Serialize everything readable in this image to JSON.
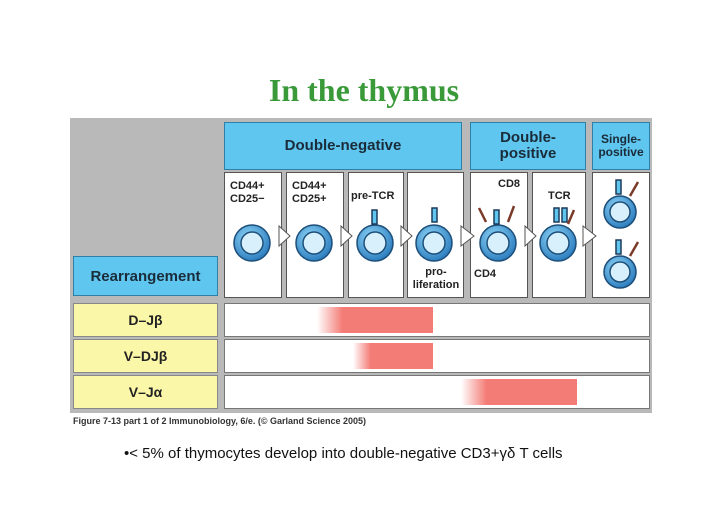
{
  "title": "In the thymus",
  "headers": {
    "double_negative": "Double-negative",
    "double_positive": "Double-\npositive",
    "single_positive": "Single-\npositive"
  },
  "stages": {
    "s1": "CD44+\nCD25−",
    "s2": "CD44+\nCD25+",
    "s3": "pre-TCR",
    "s4": "pro-\nliferation",
    "s5_top": "CD8",
    "s5_bottom": "CD4",
    "s6": "TCR"
  },
  "rearrangement_header": "Rearrangement",
  "genes": [
    "D–Jβ",
    "V–DJβ",
    "V–Jα"
  ],
  "caption": "Figure 7-13 part 1 of 2 Immunobiology, 6/e. (© Garland Science 2005)",
  "bullet_text": "•< 5% of thymocytes develop into double-negative CD3+γδ T cells",
  "colors": {
    "header_blue": "#5fc6ef",
    "gene_yellow": "#fbf7a8",
    "bar_red": "#f47c76",
    "title_green": "#3a9a3a"
  }
}
